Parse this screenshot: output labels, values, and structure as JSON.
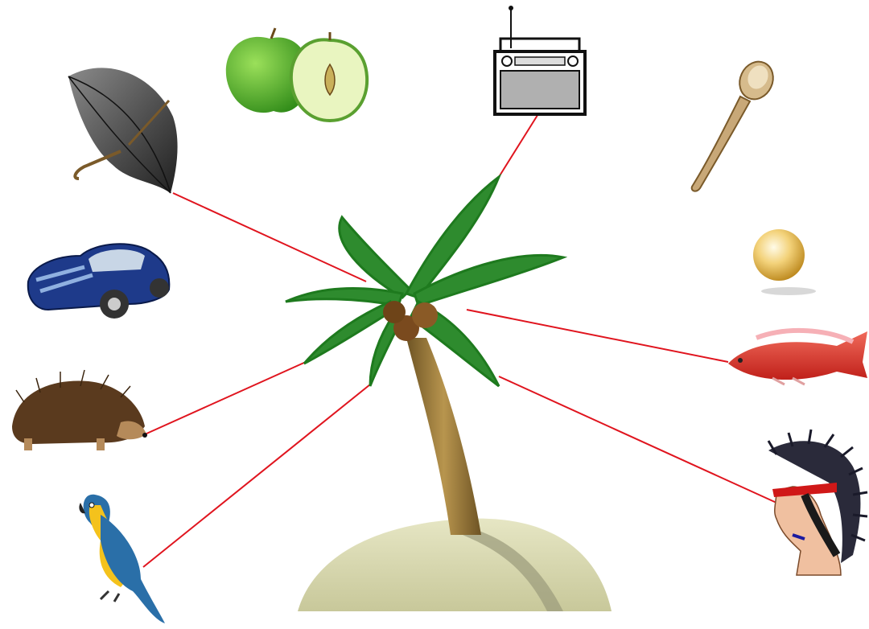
{
  "game": {
    "center_object": "palm-tree-island",
    "items": [
      {
        "id": "umbrella",
        "icon": "umbrella-icon",
        "linked": true
      },
      {
        "id": "apple",
        "icon": "apple-icon",
        "linked": false
      },
      {
        "id": "radio",
        "icon": "radio-icon",
        "linked": true
      },
      {
        "id": "spoon",
        "icon": "spoon-icon",
        "linked": false
      },
      {
        "id": "car",
        "icon": "car-icon",
        "linked": false
      },
      {
        "id": "pearl",
        "icon": "pearl-icon",
        "linked": false
      },
      {
        "id": "fish",
        "icon": "fish-icon",
        "linked": true
      },
      {
        "id": "hedgehog",
        "icon": "hedgehog-icon",
        "linked": true
      },
      {
        "id": "parrot",
        "icon": "parrot-icon",
        "linked": true
      },
      {
        "id": "native-chief",
        "icon": "native-chief-icon",
        "linked": true
      }
    ],
    "colors": {
      "link_line": "#e0141e",
      "sand": "#dcdcb4",
      "palm_leaf": "#1e7a1e",
      "trunk": "#9a7a3e"
    }
  }
}
